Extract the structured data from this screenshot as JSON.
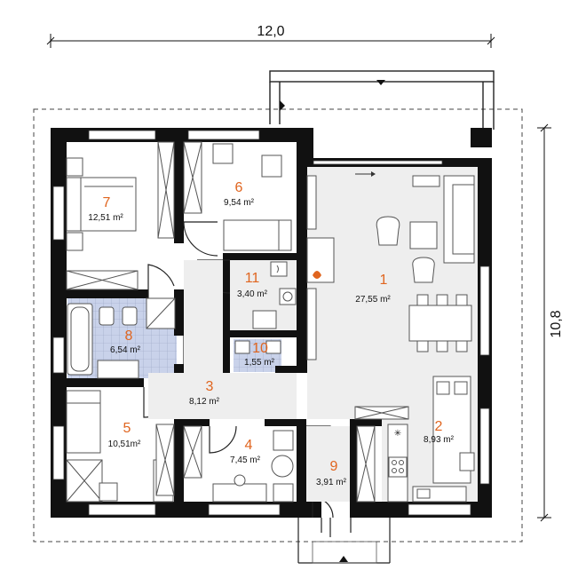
{
  "dimensions": {
    "width": "12,0",
    "depth": "10,8"
  },
  "rooms": [
    {
      "number": "1",
      "area": "27,55 m²"
    },
    {
      "number": "2",
      "area": "8,93 m²"
    },
    {
      "number": "3",
      "area": "8,12 m²"
    },
    {
      "number": "4",
      "area": "7,45 m²"
    },
    {
      "number": "5",
      "area": "10,51m²"
    },
    {
      "number": "6",
      "area": "9,54 m²"
    },
    {
      "number": "7",
      "area": "12,51 m²"
    },
    {
      "number": "8",
      "area": "6,54 m²"
    },
    {
      "number": "9",
      "area": "3,91 m²"
    },
    {
      "number": "10",
      "area": "1,55 m²"
    },
    {
      "number": "11",
      "area": "3,40 m²"
    }
  ],
  "colors": {
    "room_number": "#e0651f",
    "bathroom_tile": "#c9d2ea",
    "wall": "#111111"
  },
  "icons": [
    "fireplace-icon",
    "cooktop-icon"
  ]
}
